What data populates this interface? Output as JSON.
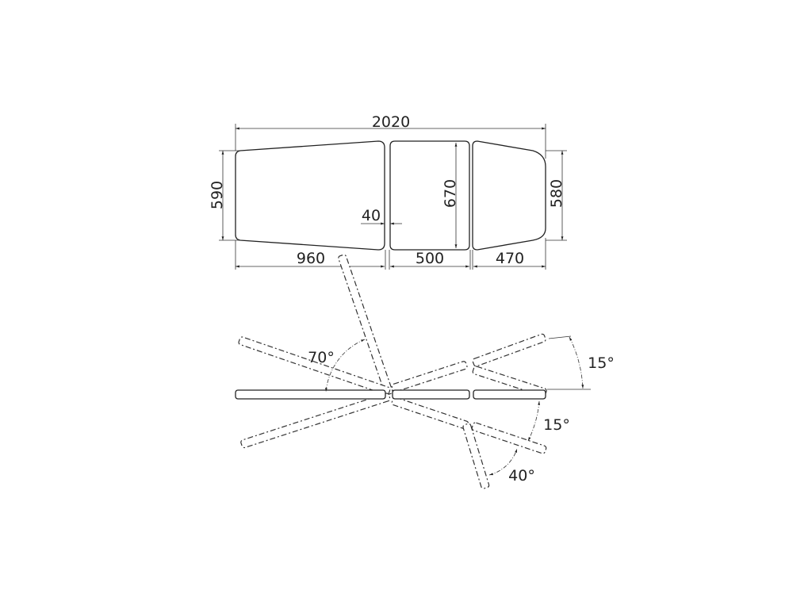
{
  "top_view": {
    "overall_length": "2020",
    "width_section_1": "590",
    "width_section_2": "670",
    "width_section_3": "580",
    "gap": "40",
    "length_section_1": "960",
    "length_section_2": "500",
    "length_section_3": "470"
  },
  "side_view": {
    "back_angle_up": "70°",
    "head_angle_up": "15°",
    "head_angle_down": "15°",
    "leg_angle": "40°"
  }
}
